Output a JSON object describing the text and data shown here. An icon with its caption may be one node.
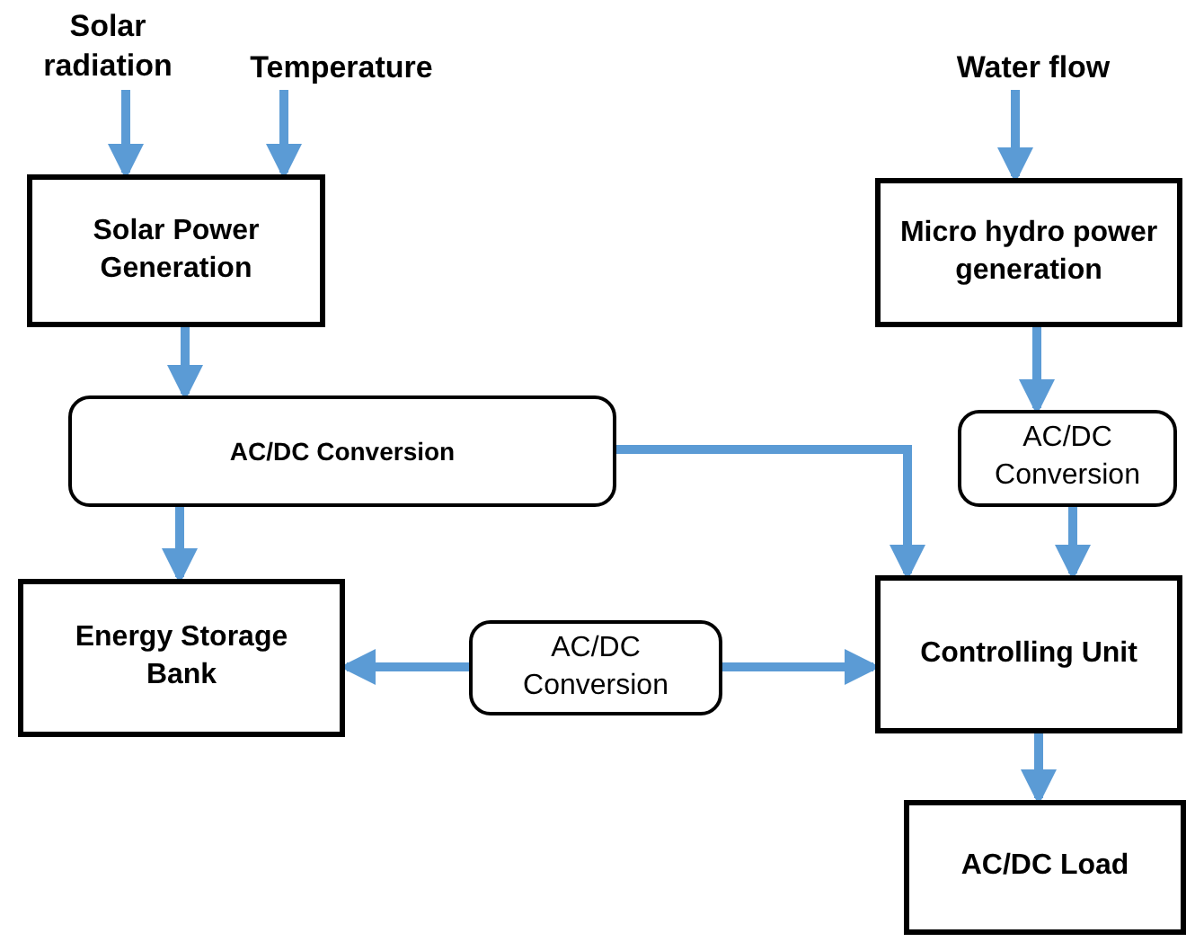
{
  "diagram": {
    "nodes": [
      {
        "text": [
          "Solar radiation"
        ]
      },
      {
        "text": [
          "Temperature"
        ]
      },
      {
        "text": [
          "Water flow"
        ]
      },
      {
        "text": [
          "Solar Power Generation"
        ]
      },
      {
        "text": [
          "Micro hydro power generation"
        ]
      },
      {
        "text": [
          "AC/DC Conversion"
        ]
      },
      {
        "text": [
          "AC/DC Conversion"
        ]
      },
      {
        "text": [
          "Energy Storage Bank"
        ]
      },
      {
        "text": [
          "AC/DC Conversion"
        ]
      },
      {
        "text": [
          "Controlling Unit"
        ]
      },
      {
        "text": [
          "AC/DC Load"
        ]
      }
    ],
    "edges": [
      {
        "from": 0,
        "to": 3,
        "arrow": "to"
      },
      {
        "from": 1,
        "to": 3,
        "arrow": "to"
      },
      {
        "from": 2,
        "to": 4,
        "arrow": "to"
      },
      {
        "from": 3,
        "to": 5,
        "arrow": "to"
      },
      {
        "from": 4,
        "to": 6,
        "arrow": "to"
      },
      {
        "from": 5,
        "to": 7,
        "arrow": "to"
      },
      {
        "from": 5,
        "to": 9,
        "arrow": "to"
      },
      {
        "from": 6,
        "to": 9,
        "arrow": "to"
      },
      {
        "from": 8,
        "to": 7,
        "arrow": "to"
      },
      {
        "from": 8,
        "to": 9,
        "arrow": "to"
      },
      {
        "from": 9,
        "to": 10,
        "arrow": "to"
      }
    ]
  }
}
